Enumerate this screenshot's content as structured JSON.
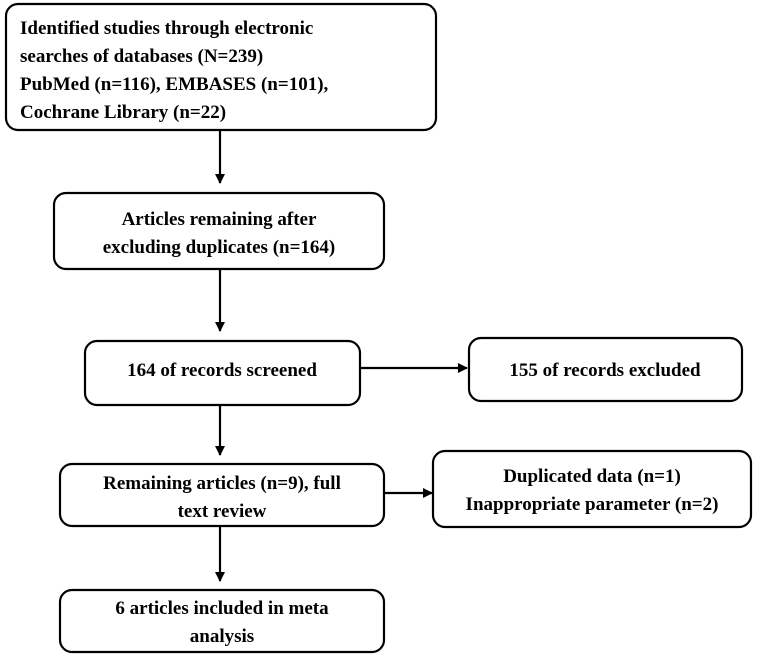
{
  "diagram": {
    "type": "flowchart",
    "nodes": [
      {
        "id": "identified",
        "lines": [
          "Identified studies through electronic",
          "searches of databases (N=239)",
          "PubMed (n=116), EMBASES (n=101),",
          "Cochrane Library (n=22)"
        ]
      },
      {
        "id": "remaining-after-duplicates",
        "lines": [
          "Articles remaining after",
          "excluding duplicates (n=164)"
        ]
      },
      {
        "id": "screened",
        "lines": [
          "164 of records screened"
        ]
      },
      {
        "id": "excluded",
        "lines": [
          "155 of records excluded"
        ]
      },
      {
        "id": "full-text-review",
        "lines": [
          "Remaining articles (n=9),  full",
          "text review"
        ]
      },
      {
        "id": "full-text-exclusions",
        "lines": [
          "Duplicated data (n=1)",
          "Inappropriate parameter (n=2)"
        ]
      },
      {
        "id": "included",
        "lines": [
          "6 articles included in meta",
          "analysis"
        ]
      }
    ],
    "edges": [
      {
        "from": "identified",
        "to": "remaining-after-duplicates"
      },
      {
        "from": "remaining-after-duplicates",
        "to": "screened"
      },
      {
        "from": "screened",
        "to": "excluded"
      },
      {
        "from": "screened",
        "to": "full-text-review"
      },
      {
        "from": "full-text-review",
        "to": "full-text-exclusions"
      },
      {
        "from": "full-text-review",
        "to": "included"
      }
    ],
    "colors": {
      "stroke": "#000000",
      "fill": "#ffffff",
      "text": "#000000"
    }
  }
}
